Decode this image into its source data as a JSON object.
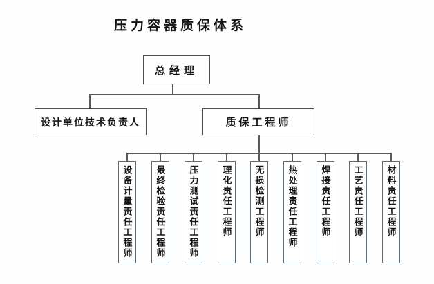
{
  "title": "压力容器质保体系",
  "chart_data": {
    "type": "org-chart",
    "title": "压力容器质保体系",
    "orientation": "top-down",
    "nodes": {
      "root": {
        "label": "总经理"
      },
      "level2": [
        {
          "label": "设计单位技术负责人",
          "parent": "总经理"
        },
        {
          "label": "质保工程师",
          "parent": "总经理"
        }
      ],
      "level3": [
        {
          "label": "设备计量责任工程师",
          "parent": "质保工程师"
        },
        {
          "label": "最终检验责任工程师",
          "parent": "质保工程师"
        },
        {
          "label": "压力测试责任工程师",
          "parent": "质保工程师"
        },
        {
          "label": "理化责任工程师",
          "parent": "质保工程师"
        },
        {
          "label": "无损检测工程师",
          "parent": "质保工程师"
        },
        {
          "label": "热处理责任工程师",
          "parent": "质保工程师"
        },
        {
          "label": "焊接责任工程师",
          "parent": "质保工程师"
        },
        {
          "label": "工艺责任工程师",
          "parent": "质保工程师"
        },
        {
          "label": "材料责任工程师",
          "parent": "质保工程师"
        }
      ],
      "level3_text_direction": "vertical"
    },
    "colors": {
      "background": "#fefefe",
      "text": "#161616",
      "box_border": "#4f4f4f",
      "vertical_box_border": "#5e6b7a",
      "connector_line": "#5a5a5a"
    }
  }
}
